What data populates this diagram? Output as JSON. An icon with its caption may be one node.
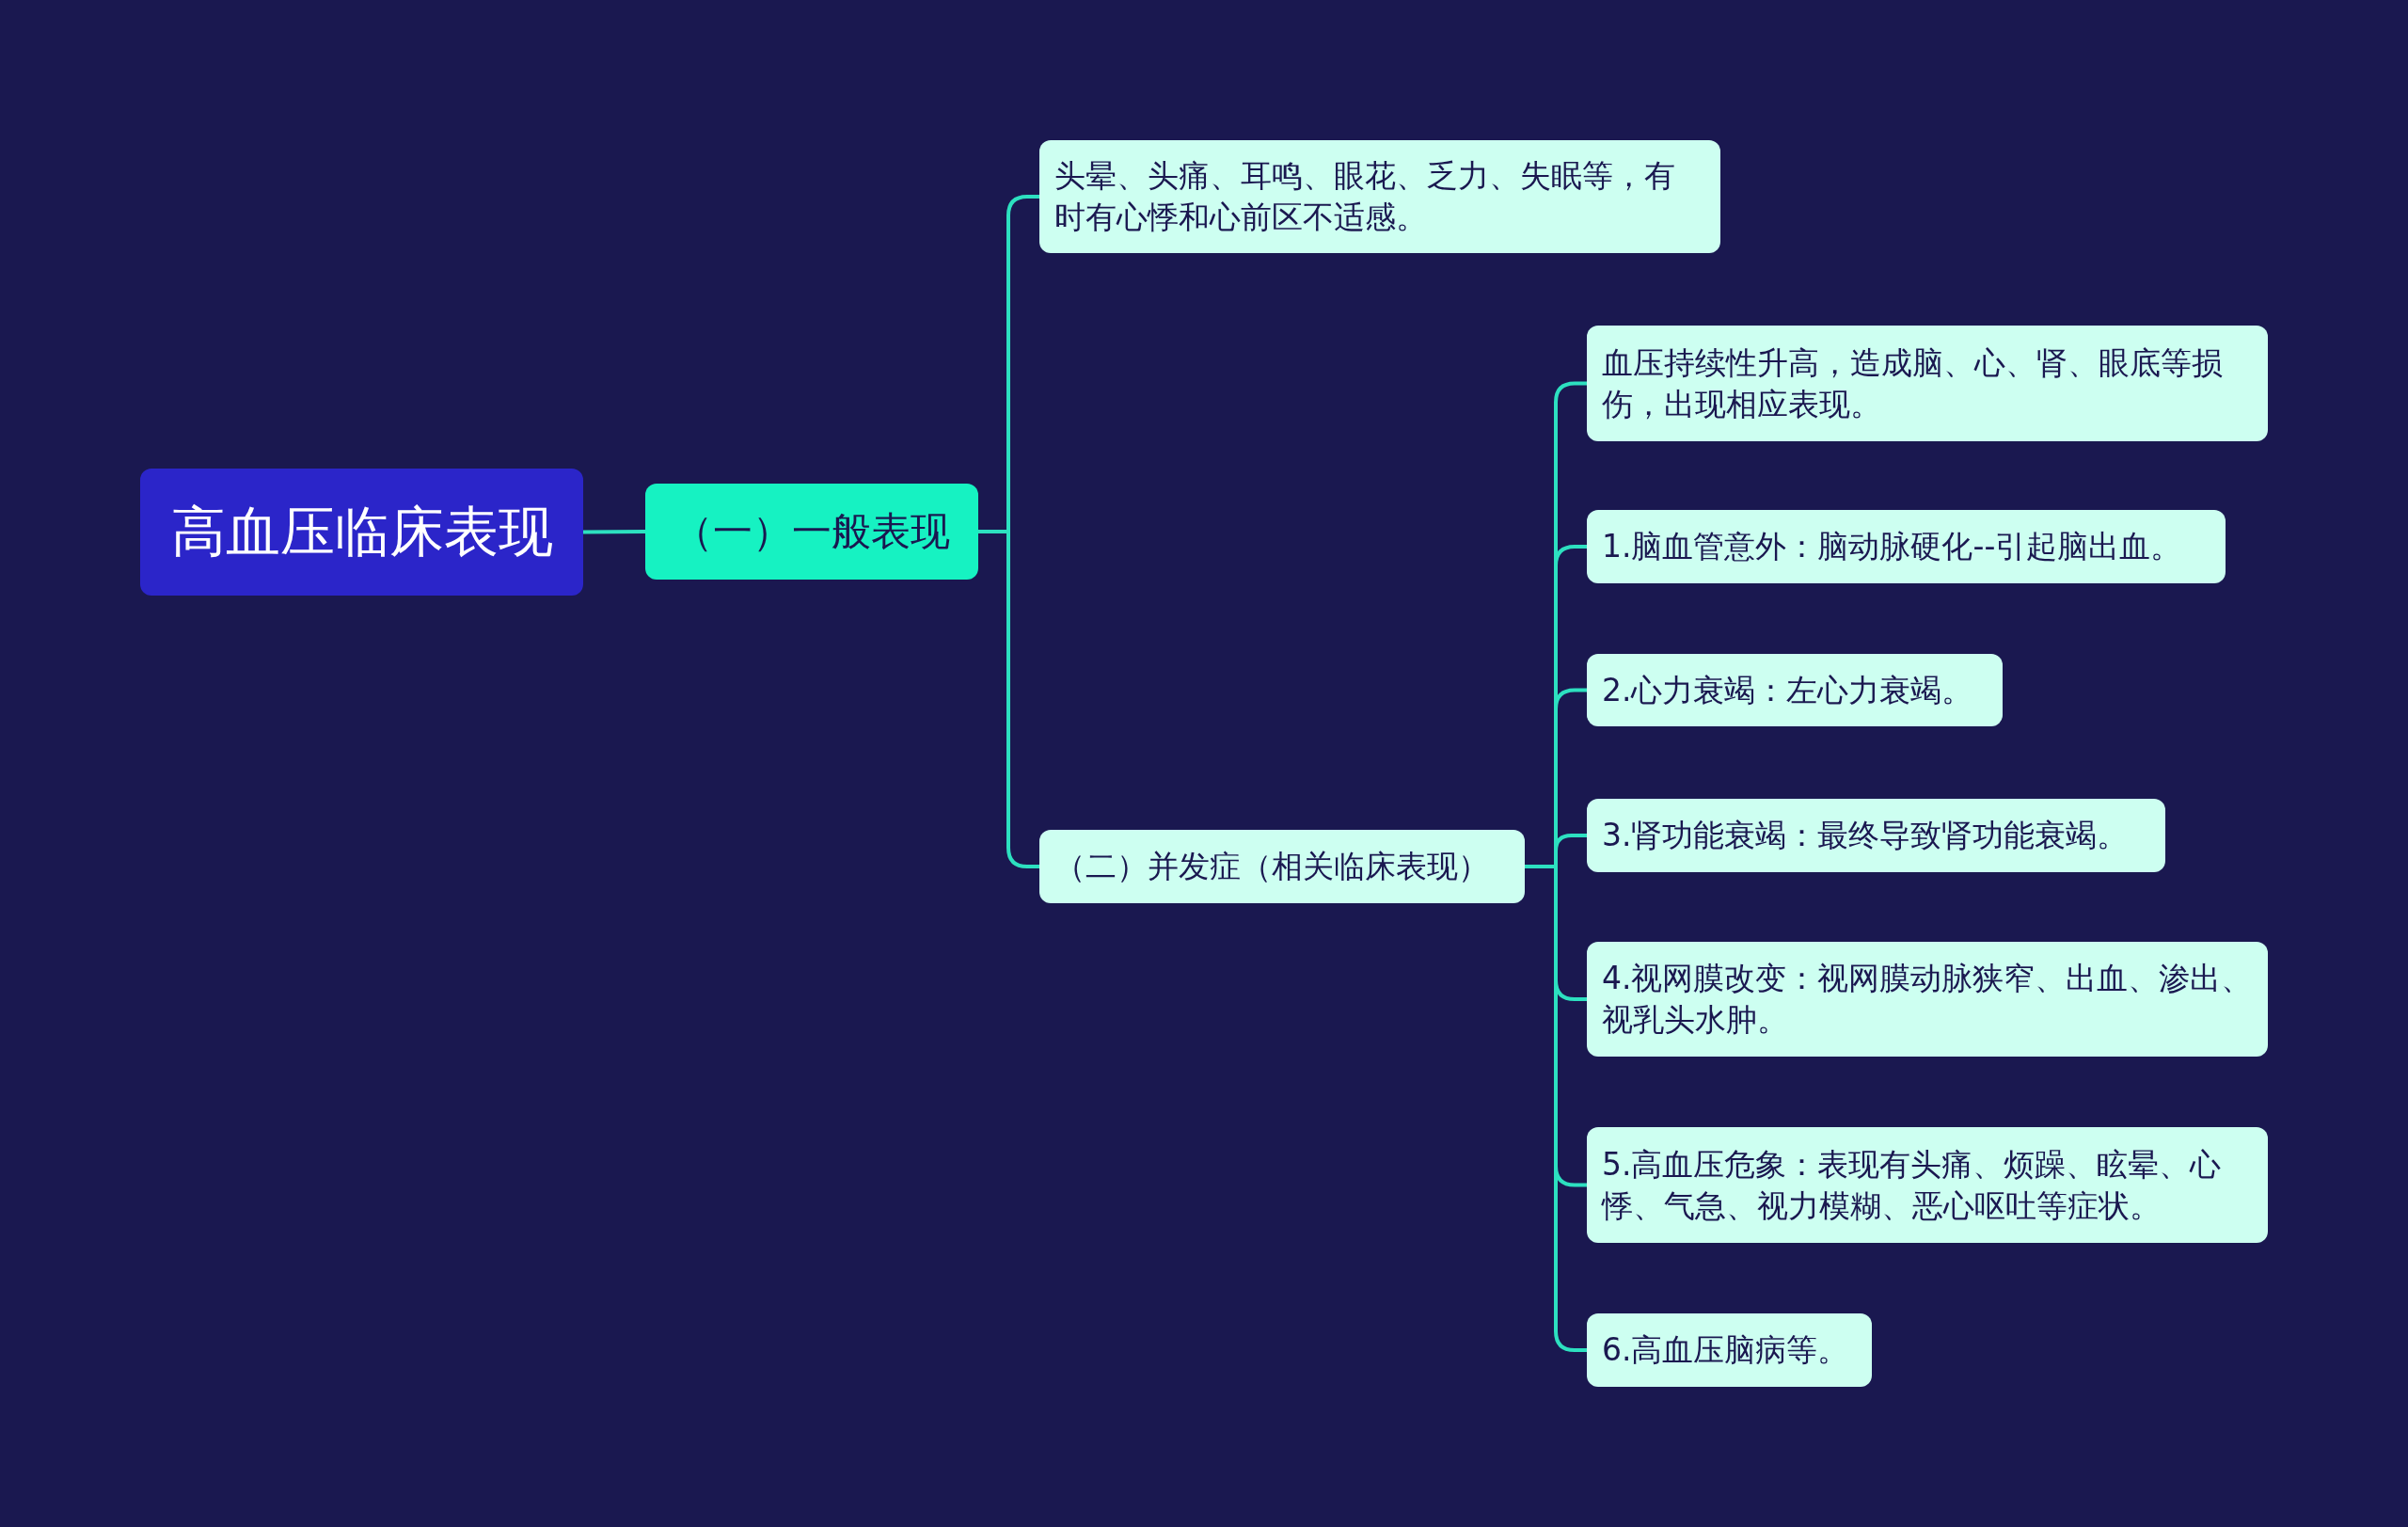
{
  "diagram": {
    "nodes": [
      {
        "text": [
          "高血压临床表现"
        ]
      },
      {
        "text": [
          "（一）一般表现"
        ]
      },
      {
        "text": [
          "头晕、头痛、耳鸣、眼花、乏力、失眠等，有时有心悸和心前区不适感。"
        ]
      },
      {
        "text": [
          "（二）并发症（相关临床表现）"
        ]
      },
      {
        "text": [
          "血压持续性升高，造成脑、心、肾、眼底等损伤，出现相应表现。"
        ]
      },
      {
        "text": [
          "1.脑血管意外：脑动脉硬化--引起脑出血。"
        ]
      },
      {
        "text": [
          "2.心力衰竭：左心力衰竭。"
        ]
      },
      {
        "text": [
          "3.肾功能衰竭：最终导致肾功能衰竭。"
        ]
      },
      {
        "text": [
          "4.视网膜改变：视网膜动脉狭窄、出血、渗出、视乳头水肿。"
        ]
      },
      {
        "text": [
          "5.高血压危象：表现有头痛、烦躁、眩晕、心悸、气急、视力模糊、恶心呕吐等症状。"
        ]
      },
      {
        "text": [
          "6.高血压脑病等。"
        ]
      }
    ],
    "edges": [
      {
        "from": 0,
        "to": 1,
        "arrow": "none"
      },
      {
        "from": 1,
        "to": 2,
        "arrow": "none"
      },
      {
        "from": 1,
        "to": 3,
        "arrow": "none"
      },
      {
        "from": 3,
        "to": 4,
        "arrow": "none"
      },
      {
        "from": 3,
        "to": 5,
        "arrow": "none"
      },
      {
        "from": 3,
        "to": 6,
        "arrow": "none"
      },
      {
        "from": 3,
        "to": 7,
        "arrow": "none"
      },
      {
        "from": 3,
        "to": 8,
        "arrow": "none"
      },
      {
        "from": 3,
        "to": 9,
        "arrow": "none"
      },
      {
        "from": 3,
        "to": 10,
        "arrow": "none"
      }
    ]
  }
}
